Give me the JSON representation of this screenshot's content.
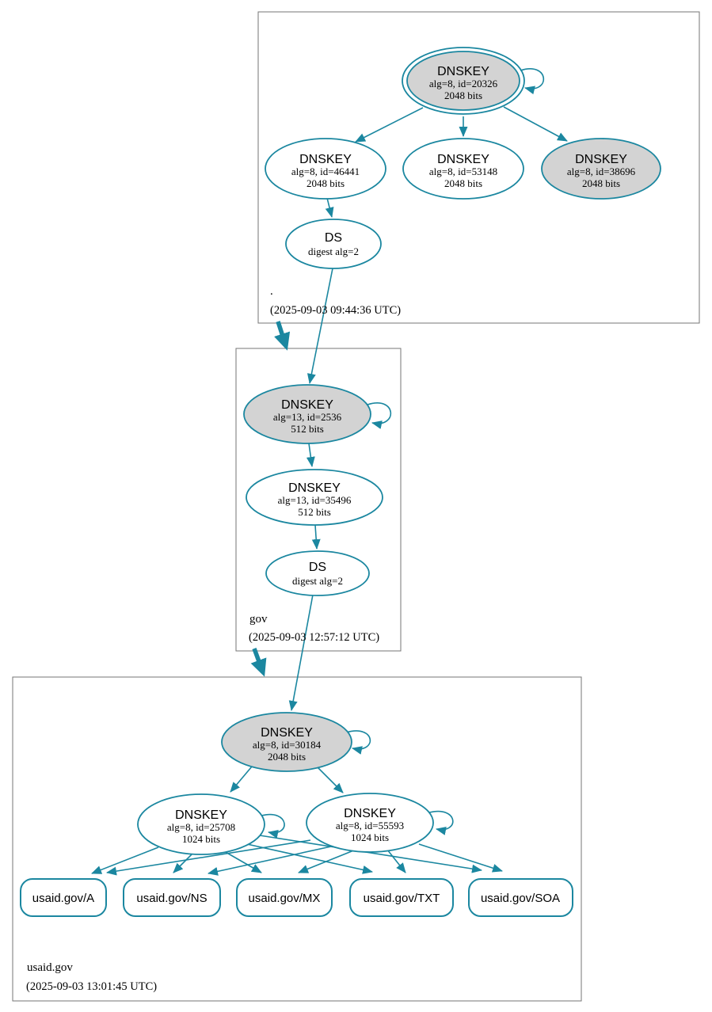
{
  "colors": {
    "edge_teal": "#1b87a0",
    "ksk_fill_gray": "#d3d3d3",
    "node_fill_white": "#ffffff",
    "zone_box_border": "#757575",
    "text": "#000000"
  },
  "zones": [
    {
      "label": ".",
      "timestamp": "(2025-09-03 09:44:36 UTC)",
      "ksk": {
        "title": "DNSKEY",
        "detail": "alg=8, id=20326",
        "bits": "2048 bits"
      },
      "keys": [
        {
          "title": "DNSKEY",
          "detail": "alg=8, id=46441",
          "bits": "2048 bits"
        },
        {
          "title": "DNSKEY",
          "detail": "alg=8, id=53148",
          "bits": "2048 bits"
        },
        {
          "title": "DNSKEY",
          "detail": "alg=8, id=38696",
          "bits": "2048 bits"
        }
      ],
      "ds": {
        "title": "DS",
        "detail": "digest alg=2"
      }
    },
    {
      "label": "gov",
      "timestamp": "(2025-09-03 12:57:12 UTC)",
      "ksk": {
        "title": "DNSKEY",
        "detail": "alg=13, id=2536",
        "bits": "512 bits"
      },
      "keys": [
        {
          "title": "DNSKEY",
          "detail": "alg=13, id=35496",
          "bits": "512 bits"
        }
      ],
      "ds": {
        "title": "DS",
        "detail": "digest alg=2"
      }
    },
    {
      "label": "usaid.gov",
      "timestamp": "(2025-09-03 13:01:45 UTC)",
      "ksk": {
        "title": "DNSKEY",
        "detail": "alg=8, id=30184",
        "bits": "2048 bits"
      },
      "keys": [
        {
          "title": "DNSKEY",
          "detail": "alg=8, id=25708",
          "bits": "1024 bits"
        },
        {
          "title": "DNSKEY",
          "detail": "alg=8, id=55593",
          "bits": "1024 bits"
        }
      ],
      "rrsets": [
        {
          "label": "usaid.gov/A"
        },
        {
          "label": "usaid.gov/NS"
        },
        {
          "label": "usaid.gov/MX"
        },
        {
          "label": "usaid.gov/TXT"
        },
        {
          "label": "usaid.gov/SOA"
        }
      ]
    }
  ]
}
